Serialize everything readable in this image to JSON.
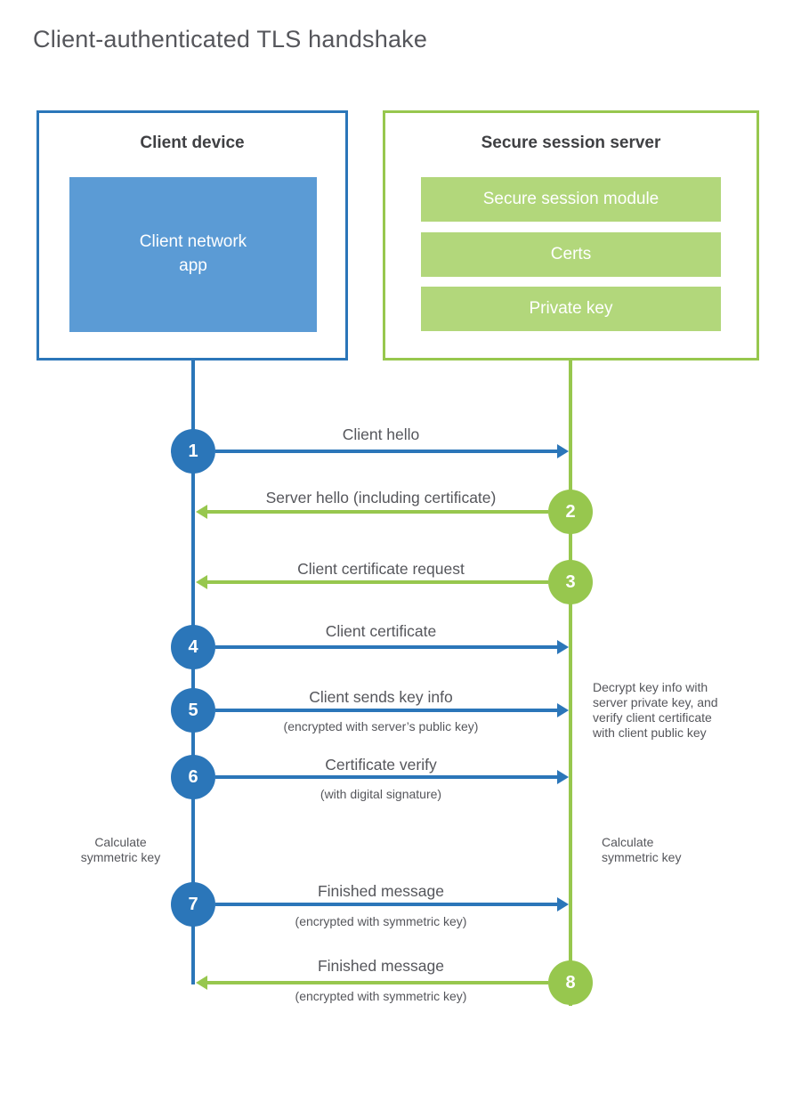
{
  "title": "Client-authenticated TLS handshake",
  "colors": {
    "blue": "#2b76b9",
    "blue-light": "#5b9bd5",
    "green": "#97c74e",
    "green-light": "#b2d77b",
    "text-dark": "#3f4043",
    "text-gray": "#55565b"
  },
  "client": {
    "title": "Client device",
    "app_label": "Client network\napp"
  },
  "server": {
    "title": "Secure session server",
    "modules": [
      "Secure session module",
      "Certs",
      "Private key"
    ]
  },
  "steps": [
    {
      "number": "1",
      "direction": "right",
      "from": "client",
      "label": "Client hello",
      "sublabel": ""
    },
    {
      "number": "2",
      "direction": "left",
      "from": "server",
      "label": "Server hello (including certificate)",
      "sublabel": ""
    },
    {
      "number": "3",
      "direction": "left",
      "from": "server",
      "label": "Client certificate request",
      "sublabel": ""
    },
    {
      "number": "4",
      "direction": "right",
      "from": "client",
      "label": "Client certificate",
      "sublabel": ""
    },
    {
      "number": "5",
      "direction": "right",
      "from": "client",
      "label": "Client sends key info",
      "sublabel": "(encrypted with server’s public key)"
    },
    {
      "number": "6",
      "direction": "right",
      "from": "client",
      "label": "Certificate verify",
      "sublabel": "(with digital signature)"
    },
    {
      "number": "7",
      "direction": "right",
      "from": "client",
      "label": "Finished message",
      "sublabel": "(encrypted with symmetric key)"
    },
    {
      "number": "8",
      "direction": "left",
      "from": "server",
      "label": "Finished message",
      "sublabel": "(encrypted with symmetric key)"
    }
  ],
  "annotations": {
    "decrypt_note": "Decrypt key info with server private key, and verify client certificate with client public key",
    "calc_left": "Calculate symmetric key",
    "calc_right": "Calculate symmetric key"
  }
}
